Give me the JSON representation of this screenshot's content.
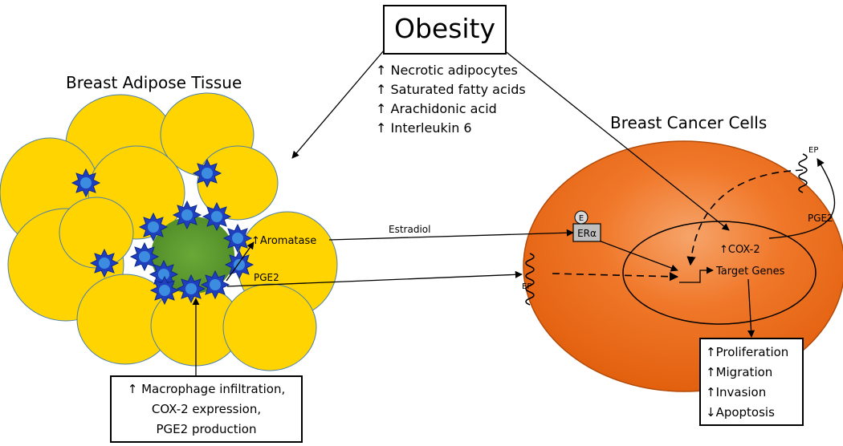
{
  "title": "Obesity",
  "obesity_effects": [
    "↑ Necrotic adipocytes",
    "↑ Saturated fatty acids",
    "↑ Arachidonic acid",
    "↑ Interleukin 6"
  ],
  "adipose_label": "Breast Adipose Tissue",
  "cancer_label": "Breast Cancer Cells",
  "aromatase_label": "↑Aromatase",
  "pge2_adipose": "PGE2",
  "estradiol_label": "Estradiol",
  "e_label": "E",
  "er_label": "ERα",
  "ep_lower": "EP",
  "ep_upper": "EP",
  "pge2_cancer": "PGE2",
  "cox2_label": "↑COX-2",
  "target_genes": "Target Genes",
  "macrophage_box": [
    "↑ Macrophage infiltration,",
    "COX-2 expression,",
    "PGE2 production"
  ],
  "outcomes": [
    "↑Proliferation",
    "↑Migration",
    "↑Invasion",
    "↓Apoptosis"
  ],
  "colors": {
    "adipocyte_fill": "#FFD400",
    "adipocyte_stroke": "#4a7fb0",
    "cancer_cell": "#F06A12",
    "macrophage": "#1f3fbf",
    "macrophage_core": "#3c8de0",
    "crown_center": "#5a9a2e",
    "er_box": "#bfbfbf"
  }
}
